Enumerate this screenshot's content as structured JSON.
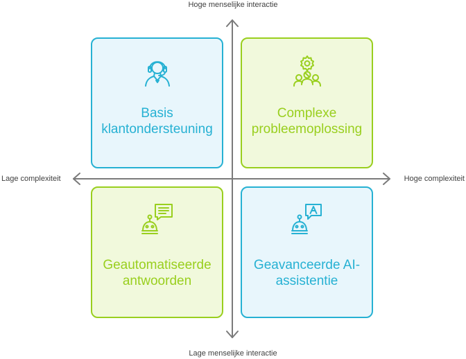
{
  "axes": {
    "top": "Hoge menselijke interactie",
    "bottom": "Lage menselijke interactie",
    "left": "Lage complexiteit",
    "right": "Hoge complexiteit"
  },
  "quadrants": {
    "top_left": {
      "title": "Basis\nklantondersteuning",
      "icon": "customer-service-agent-icon",
      "color": "#26b1d3"
    },
    "top_right": {
      "title": "Complexe\nprobleemoplossing",
      "icon": "team-gear-icon",
      "color": "#99cf1e"
    },
    "bottom_left": {
      "title": "Geautomatiseerde\nantwoorden",
      "icon": "chatbot-icon",
      "color": "#99cf1e"
    },
    "bottom_right": {
      "title": "Geavanceerde AI-\nassistentie",
      "icon": "ai-assistant-icon",
      "color": "#26b1d3"
    }
  }
}
